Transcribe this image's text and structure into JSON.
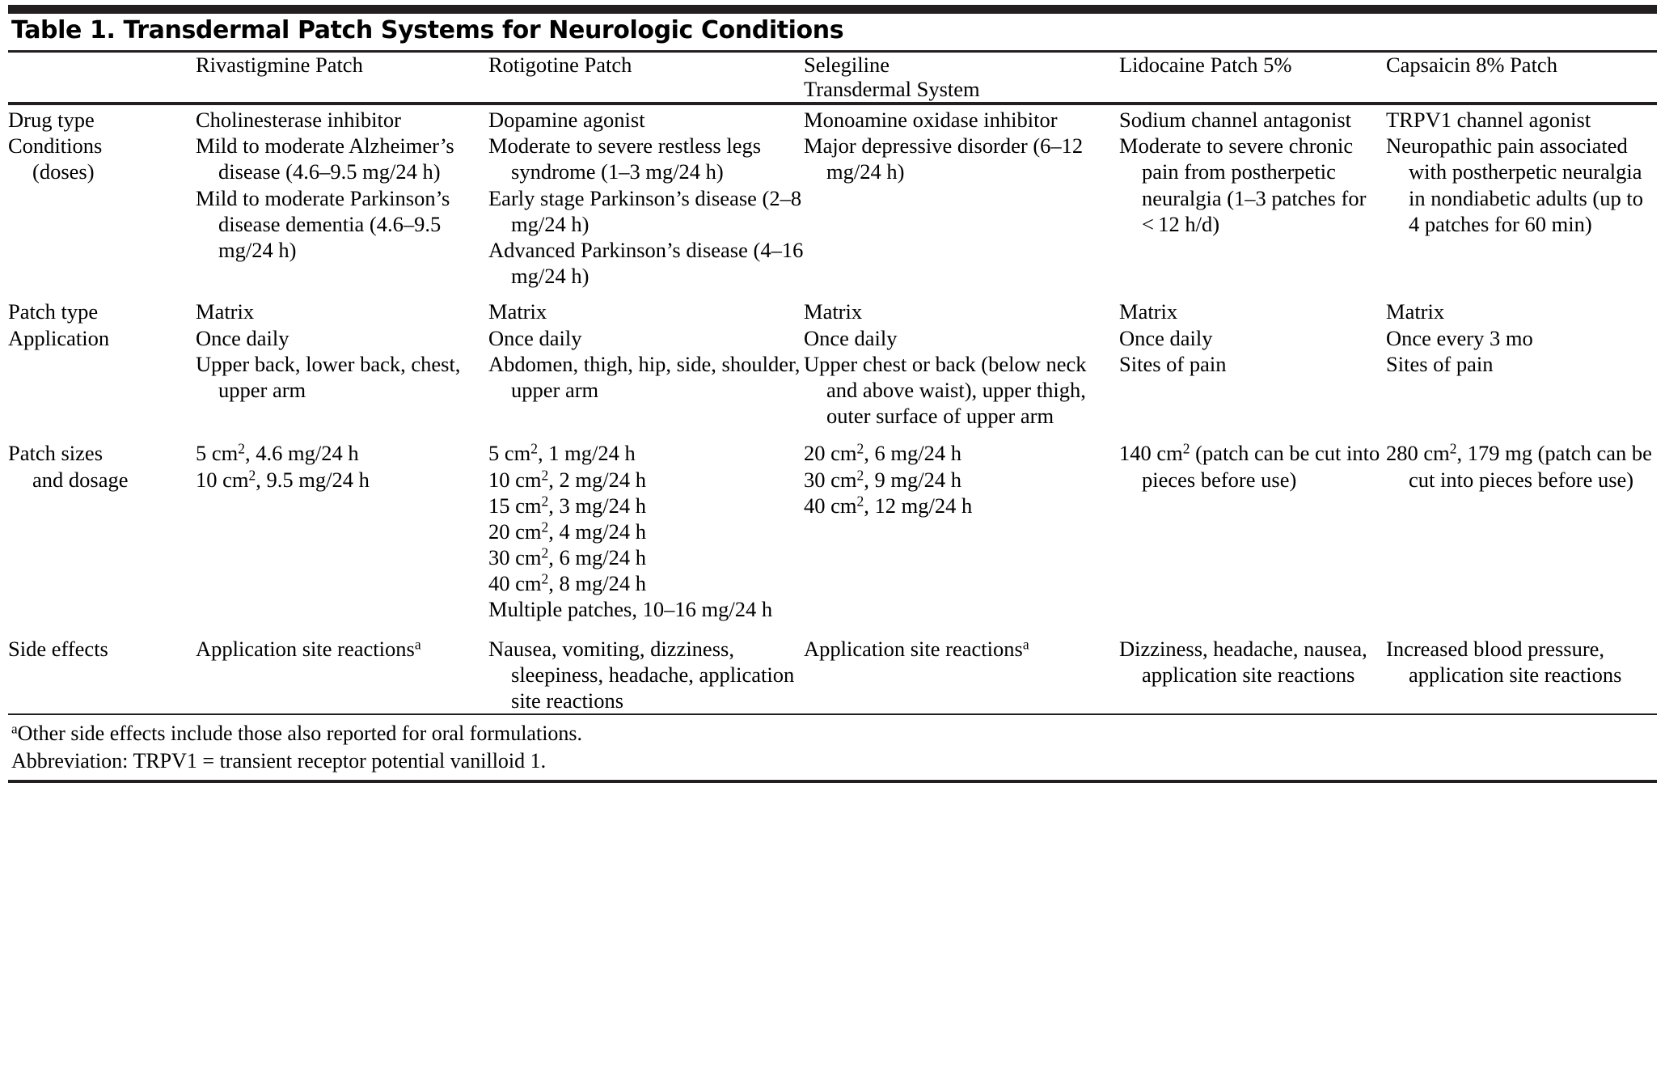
{
  "table": {
    "title": "Table 1. Transdermal Patch Systems for Neurologic Conditions",
    "columns": [
      {
        "id": "label",
        "header": ""
      },
      {
        "id": "rivastigmine",
        "header": "Rivastigmine Patch"
      },
      {
        "id": "rotigotine",
        "header": "Rotigotine Patch"
      },
      {
        "id": "selegiline",
        "header_line1": "Selegiline",
        "header_line2": "Transdermal System"
      },
      {
        "id": "lidocaine",
        "header": "Lidocaine Patch 5%"
      },
      {
        "id": "capsaicin",
        "header": "Capsaicin 8% Patch"
      }
    ],
    "rows": [
      {
        "label": "Drug type",
        "label_lines": [
          "Drug type"
        ],
        "cells": {
          "rivastigmine": [
            "Cholinesterase inhibitor"
          ],
          "rotigotine": [
            "Dopamine agonist"
          ],
          "selegiline": [
            "Monoamine oxidase inhibitor"
          ],
          "lidocaine": [
            "Sodium channel antagonist"
          ],
          "capsaicin": [
            "TRPV1 channel agonist"
          ]
        }
      },
      {
        "label": "Conditions (doses)",
        "label_lines": [
          "Conditions",
          "(doses)"
        ],
        "cells": {
          "rivastigmine": [
            "Mild to moderate Alzheimer’s disease (4.6–9.5 mg/24 h)",
            "Mild to moderate Parkinson’s disease dementia (4.6–9.5 mg/24 h)"
          ],
          "rotigotine": [
            "Moderate to severe restless legs syndrome (1–3 mg/24 h)",
            "Early stage Parkinson’s disease (2–8 mg/24 h)",
            "Advanced Parkinson’s disease (4–16 mg/24 h)"
          ],
          "selegiline": [
            "Major depressive disorder (6–12 mg/24 h)"
          ],
          "lidocaine": [
            "Moderate to severe chronic pain from postherpetic neuralgia (1–3 patches for < 12 h/d)"
          ],
          "capsaicin": [
            "Neuropathic pain associated with postherpetic neuralgia in nondiabetic adults (up to 4 patches for 60 min)"
          ]
        }
      },
      {
        "label": "Patch type",
        "label_lines": [
          "Patch type"
        ],
        "cells": {
          "rivastigmine": [
            "Matrix"
          ],
          "rotigotine": [
            "Matrix"
          ],
          "selegiline": [
            "Matrix"
          ],
          "lidocaine": [
            "Matrix"
          ],
          "capsaicin": [
            "Matrix"
          ]
        }
      },
      {
        "label": "Application",
        "label_lines": [
          "Application"
        ],
        "cells": {
          "rivastigmine": [
            "Once daily",
            "Upper back, lower back, chest, upper arm"
          ],
          "rotigotine": [
            "Once daily",
            "Abdomen, thigh, hip, side, shoulder, upper arm"
          ],
          "selegiline": [
            "Once daily",
            "Upper chest or back (below neck and above waist), upper thigh, outer surface of upper arm"
          ],
          "lidocaine": [
            "Once daily",
            "Sites of pain"
          ],
          "capsaicin": [
            "Once every 3 mo",
            "Sites of pain"
          ]
        }
      },
      {
        "label": "Patch sizes and dosage",
        "label_lines": [
          "Patch sizes",
          "and dosage"
        ],
        "cells": {
          "rivastigmine": [
            "5 cm2, 4.6 mg/24 h",
            "10 cm2, 9.5 mg/24 h"
          ],
          "rotigotine": [
            "5 cm2, 1 mg/24 h",
            "10 cm2, 2 mg/24 h",
            "15 cm2, 3 mg/24 h",
            "20 cm2, 4 mg/24 h",
            "30 cm2, 6 mg/24 h",
            "40 cm2, 8 mg/24 h",
            "Multiple patches, 10–16 mg/24 h"
          ],
          "selegiline": [
            "20 cm2, 6 mg/24 h",
            "30 cm2, 9 mg/24 h",
            "40 cm2, 12 mg/24 h"
          ],
          "lidocaine": [
            "140 cm2 (patch can be cut into pieces before use)"
          ],
          "capsaicin": [
            "280 cm2, 179 mg (patch can be cut into pieces before use)"
          ]
        }
      },
      {
        "label": "Side effects",
        "label_lines": [
          "Side effects"
        ],
        "cells": {
          "rivastigmine": [
            "Application site reactionsa"
          ],
          "rotigotine": [
            "Nausea, vomiting, dizziness, sleepiness, headache, application site reactions"
          ],
          "selegiline": [
            "Application site reactionsa"
          ],
          "lidocaine": [
            "Dizziness, headache, nausea, application site reactions"
          ],
          "capsaicin": [
            "Increased blood pressure, application site reactions"
          ]
        }
      }
    ],
    "footnotes": [
      "aOther side effects include those also reported for oral formulations.",
      "Abbreviation: TRPV1 = transient receptor potential vanilloid 1."
    ],
    "footnote_marker": "a",
    "footnote_texts": [
      "Other side effects include those also reported for oral formulations.",
      "Abbreviation: TRPV1 = transient receptor potential vanilloid 1."
    ],
    "colors": {
      "rule": "#231f20",
      "text": "#000000",
      "background": "#ffffff"
    }
  }
}
